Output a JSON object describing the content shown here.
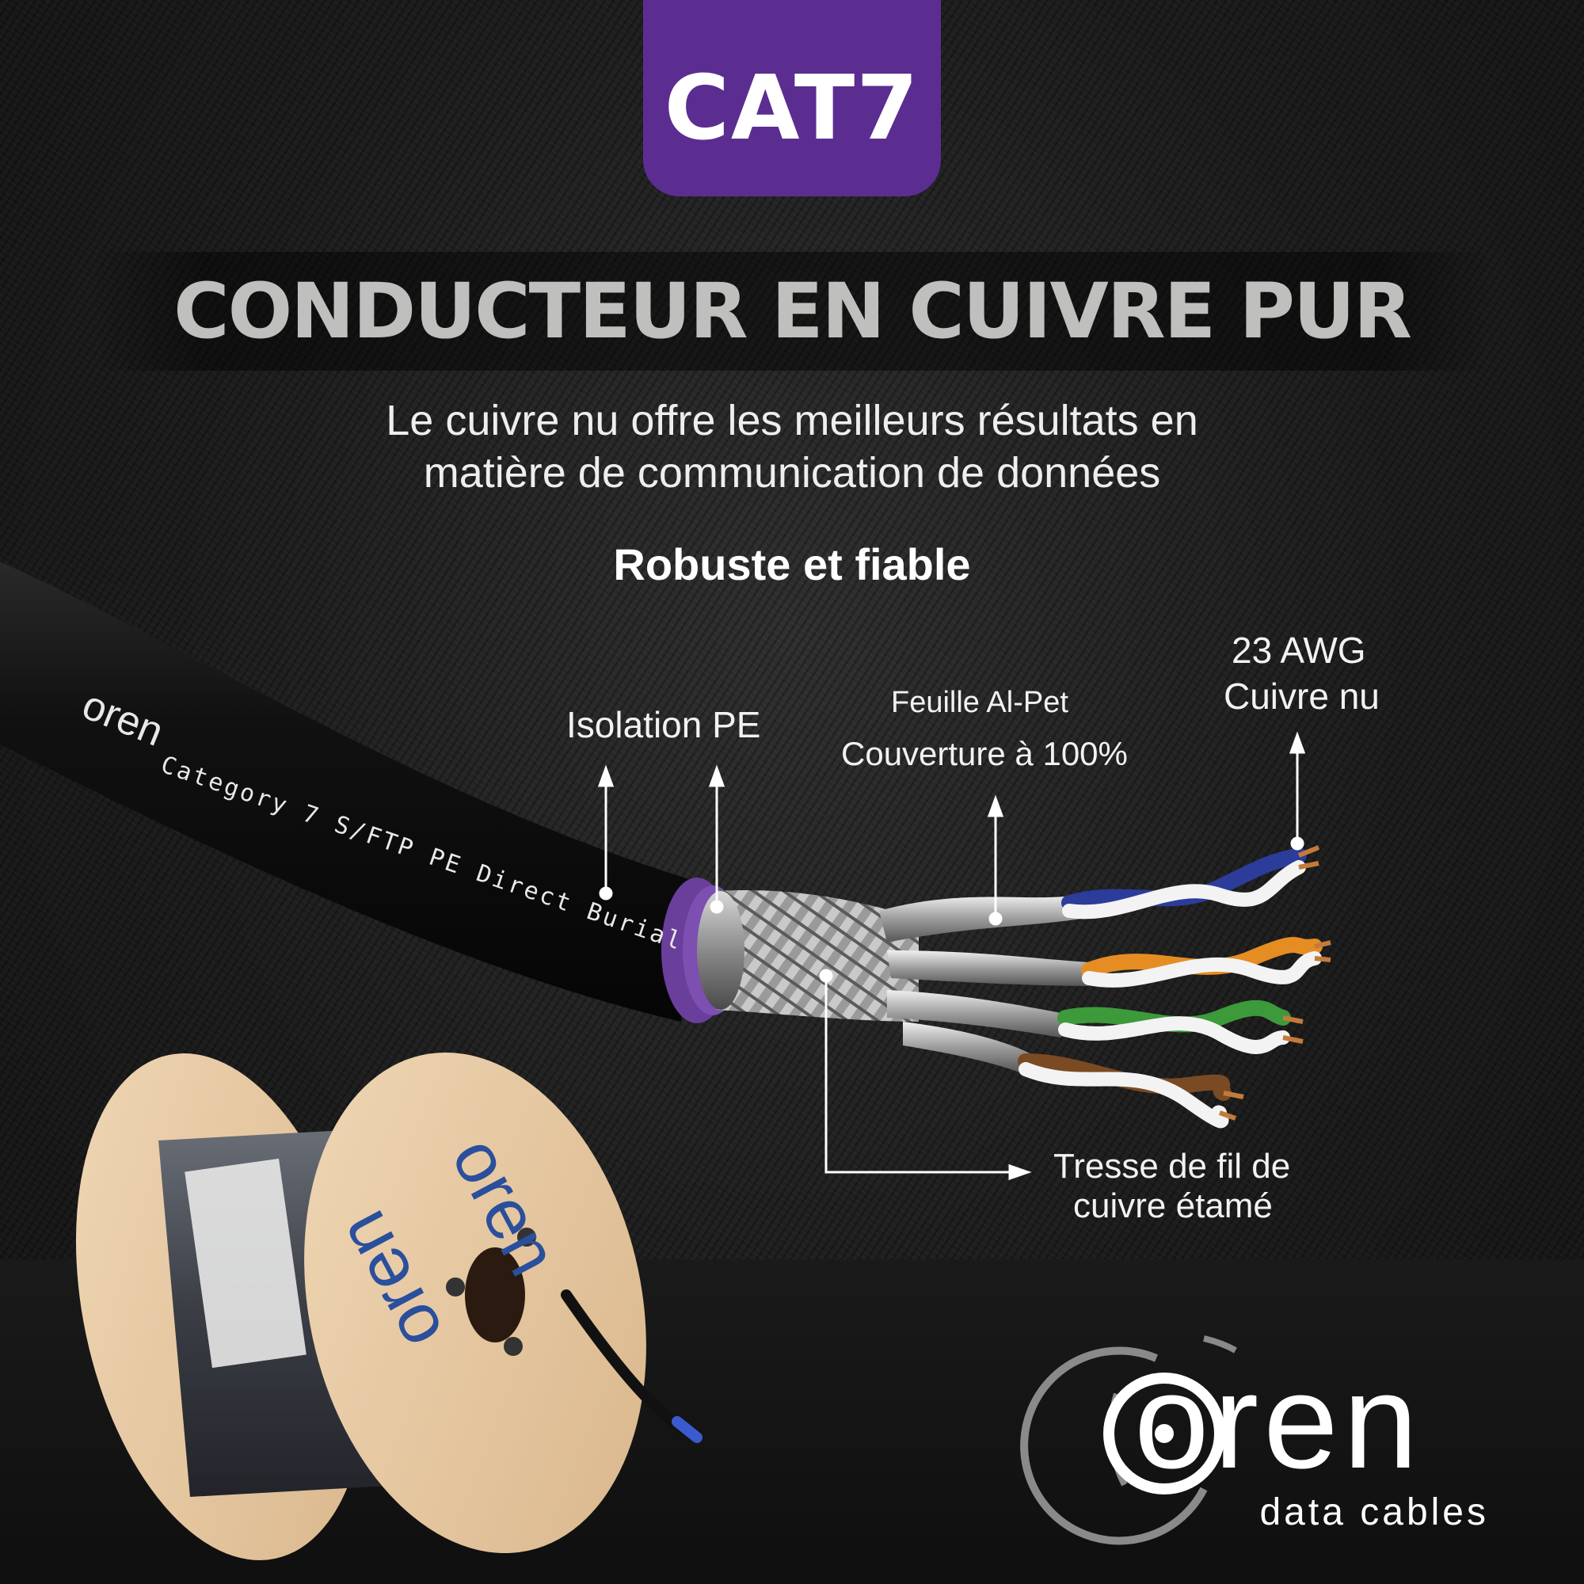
{
  "badge": {
    "label": "CAT7"
  },
  "headline": {
    "text": "CONDUCTEUR EN CUIVRE PUR"
  },
  "subtitle": {
    "line1": "Le cuivre nu offre les meilleurs résultats en",
    "line2": "matière de communication de données"
  },
  "tagline": {
    "text": "Robuste et fiable"
  },
  "callouts": {
    "isolation": "Isolation PE",
    "foil_title": "Feuille Al-Pet",
    "foil_coverage": "Couverture à 100%",
    "awg_line1": "23 AWG",
    "awg_line2": "Cuivre nu",
    "braid_line1": "Tresse de fil de",
    "braid_line2": "cuivre étamé"
  },
  "cable": {
    "brand": "oren",
    "print": "Category 7 S/FTP PE Direct Burial"
  },
  "reel": {
    "brand": "oren"
  },
  "logo": {
    "name": "oren",
    "tagline": "data cables"
  },
  "colors": {
    "badge_purple": "#5b2d91",
    "headline_gray": "#bfc0bd",
    "jacket_purple": "#6a3f9c",
    "reel_logo_blue": "#2a4f9c"
  },
  "icons": {
    "arrow": "arrow-up-icon",
    "logo_mark": "oren-ring-icon"
  }
}
